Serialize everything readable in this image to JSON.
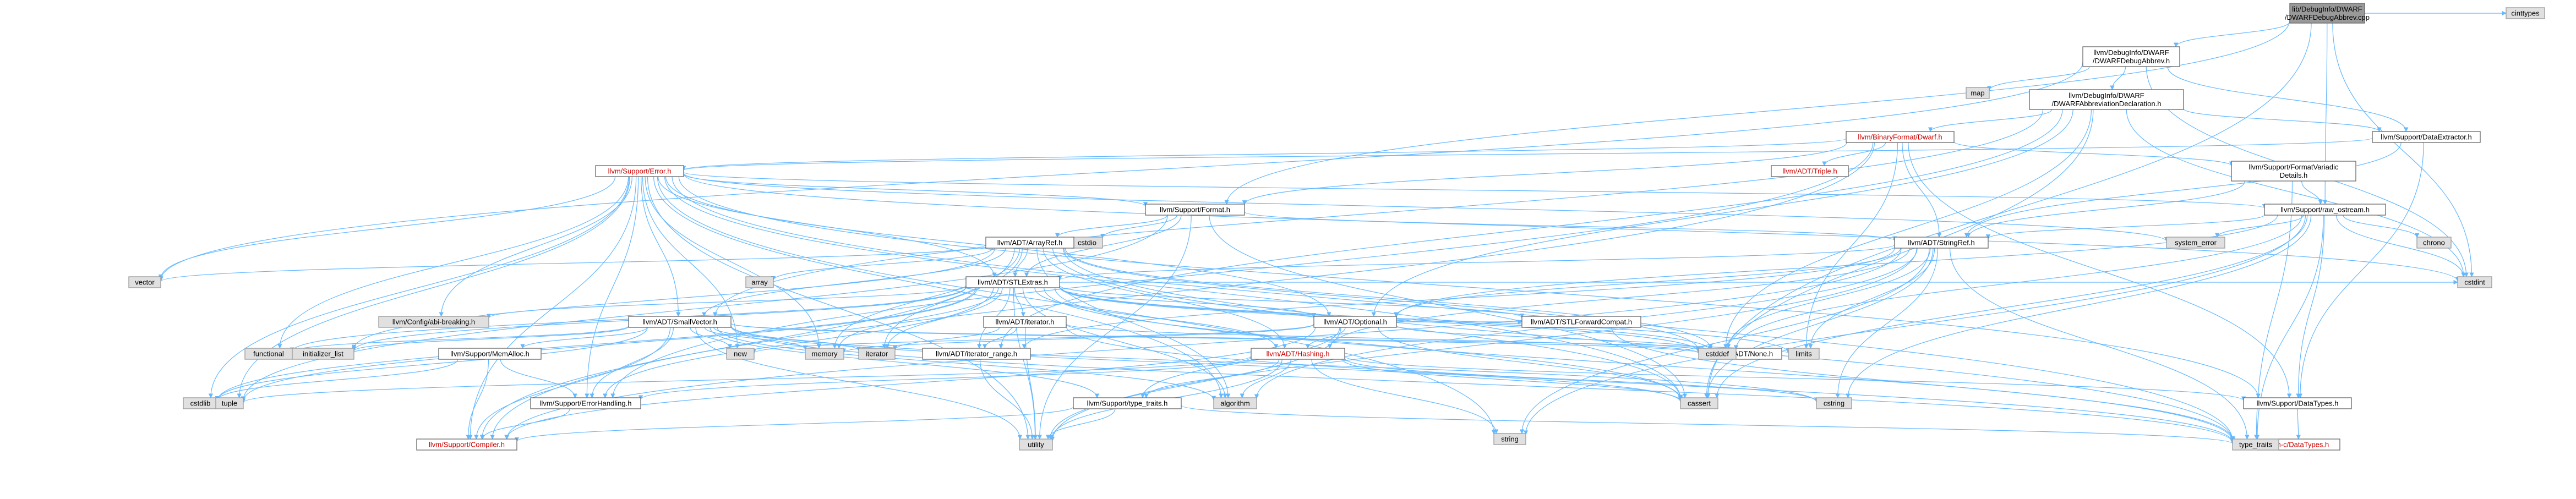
{
  "colors": {
    "root_fill": "#999999",
    "normal_fill": "#ffffff",
    "external_fill": "#e0e0e0",
    "border": "#666666",
    "external_border": "#999999",
    "edge": "#63b8ff",
    "link_text": "#cc0000"
  },
  "nodes": [
    {
      "id": "root",
      "lines": [
        "lib/DebugInfo/DWARF",
        "/DWARFDebugAbbrev.cpp"
      ],
      "kind": "root"
    },
    {
      "id": "cinttypes",
      "lines": [
        "cinttypes"
      ],
      "kind": "external"
    },
    {
      "id": "dwarfdebugabbrev",
      "lines": [
        "llvm/DebugInfo/DWARF",
        "/DWARFDebugAbbrev.h"
      ],
      "kind": "normal"
    },
    {
      "id": "map",
      "lines": [
        "map"
      ],
      "kind": "external"
    },
    {
      "id": "abbrevdecl",
      "lines": [
        "llvm/DebugInfo/DWARF",
        "/DWARFAbbreviationDeclaration.h"
      ],
      "kind": "normal"
    },
    {
      "id": "dwarf",
      "lines": [
        "llvm/BinaryFormat/Dwarf.h"
      ],
      "kind": "red"
    },
    {
      "id": "dataextractor",
      "lines": [
        "llvm/Support/DataExtractor.h"
      ],
      "kind": "normal"
    },
    {
      "id": "triple",
      "lines": [
        "llvm/ADT/Triple.h"
      ],
      "kind": "red"
    },
    {
      "id": "formatvariadic",
      "lines": [
        "llvm/Support/FormatVariadic",
        "Details.h"
      ],
      "kind": "normal"
    },
    {
      "id": "error",
      "lines": [
        "llvm/Support/Error.h"
      ],
      "kind": "red"
    },
    {
      "id": "format",
      "lines": [
        "llvm/Support/Format.h"
      ],
      "kind": "normal"
    },
    {
      "id": "rawostream",
      "lines": [
        "llvm/Support/raw_ostream.h"
      ],
      "kind": "normal"
    },
    {
      "id": "chrono",
      "lines": [
        "chrono"
      ],
      "kind": "external"
    },
    {
      "id": "systemerror",
      "lines": [
        "system_error"
      ],
      "kind": "external"
    },
    {
      "id": "cstdio",
      "lines": [
        "cstdio"
      ],
      "kind": "external"
    },
    {
      "id": "arrayref",
      "lines": [
        "llvm/ADT/ArrayRef.h"
      ],
      "kind": "normal"
    },
    {
      "id": "stringref",
      "lines": [
        "llvm/ADT/StringRef.h"
      ],
      "kind": "normal"
    },
    {
      "id": "vector",
      "lines": [
        "vector"
      ],
      "kind": "external"
    },
    {
      "id": "array",
      "lines": [
        "array"
      ],
      "kind": "external"
    },
    {
      "id": "stlextras",
      "lines": [
        "llvm/ADT/STLExtras.h"
      ],
      "kind": "normal"
    },
    {
      "id": "configabi",
      "lines": [
        "llvm/Config/abi-breaking.h"
      ],
      "kind": "external"
    },
    {
      "id": "smallvector",
      "lines": [
        "llvm/ADT/SmallVector.h"
      ],
      "kind": "normal"
    },
    {
      "id": "iteratorh",
      "lines": [
        "llvm/ADT/iterator.h"
      ],
      "kind": "normal"
    },
    {
      "id": "optional",
      "lines": [
        "llvm/ADT/Optional.h"
      ],
      "kind": "normal"
    },
    {
      "id": "stlforward",
      "lines": [
        "llvm/ADT/STLForwardCompat.h"
      ],
      "kind": "normal"
    },
    {
      "id": "noneh",
      "lines": [
        "llvm/ADT/None.h"
      ],
      "kind": "normal"
    },
    {
      "id": "cstddef",
      "lines": [
        "cstddef"
      ],
      "kind": "external"
    },
    {
      "id": "limits",
      "lines": [
        "limits"
      ],
      "kind": "external"
    },
    {
      "id": "cstdint",
      "lines": [
        "cstdint"
      ],
      "kind": "external"
    },
    {
      "id": "functional",
      "lines": [
        "functional"
      ],
      "kind": "external"
    },
    {
      "id": "initlist",
      "lines": [
        "initializer_list"
      ],
      "kind": "external"
    },
    {
      "id": "memalloc",
      "lines": [
        "llvm/Support/MemAlloc.h"
      ],
      "kind": "normal"
    },
    {
      "id": "newh",
      "lines": [
        "new"
      ],
      "kind": "external"
    },
    {
      "id": "memory",
      "lines": [
        "memory"
      ],
      "kind": "external"
    },
    {
      "id": "iterator",
      "lines": [
        "iterator"
      ],
      "kind": "external"
    },
    {
      "id": "iterrange",
      "lines": [
        "llvm/ADT/iterator_range.h"
      ],
      "kind": "normal"
    },
    {
      "id": "hashing",
      "lines": [
        "llvm/ADT/Hashing.h"
      ],
      "kind": "red"
    },
    {
      "id": "typetraitsllvm",
      "lines": [
        "llvm/Support/type_traits.h"
      ],
      "kind": "normal"
    },
    {
      "id": "algorithm",
      "lines": [
        "algorithm"
      ],
      "kind": "external"
    },
    {
      "id": "cassert",
      "lines": [
        "cassert"
      ],
      "kind": "external"
    },
    {
      "id": "cstring",
      "lines": [
        "cstring"
      ],
      "kind": "external"
    },
    {
      "id": "datatypes",
      "lines": [
        "llvm/Support/DataTypes.h"
      ],
      "kind": "normal"
    },
    {
      "id": "cdatatypes",
      "lines": [
        "llvm-c/DataTypes.h"
      ],
      "kind": "red"
    },
    {
      "id": "cstdlib",
      "lines": [
        "cstdlib"
      ],
      "kind": "external"
    },
    {
      "id": "tuple",
      "lines": [
        "tuple"
      ],
      "kind": "external"
    },
    {
      "id": "errorhandling",
      "lines": [
        "llvm/Support/ErrorHandling.h"
      ],
      "kind": "normal"
    },
    {
      "id": "compiler",
      "lines": [
        "llvm/Support/Compiler.h"
      ],
      "kind": "red"
    },
    {
      "id": "utility",
      "lines": [
        "utility"
      ],
      "kind": "external"
    },
    {
      "id": "string",
      "lines": [
        "string"
      ],
      "kind": "external"
    },
    {
      "id": "typetraits",
      "lines": [
        "type_traits"
      ],
      "kind": "external"
    }
  ],
  "edges": [
    [
      "root",
      "dwarfdebugabbrev"
    ],
    [
      "root",
      "cinttypes"
    ],
    [
      "root",
      "format"
    ],
    [
      "root",
      "rawostream"
    ],
    [
      "root",
      "cstdint"
    ],
    [
      "root",
      "cassert"
    ],
    [
      "dwarfdebugabbrev",
      "map"
    ],
    [
      "dwarfdebugabbrev",
      "abbrevdecl"
    ],
    [
      "dwarfdebugabbrev",
      "dataextractor"
    ],
    [
      "dwarfdebugabbrev",
      "vector"
    ],
    [
      "dwarfdebugabbrev",
      "cstdint"
    ],
    [
      "abbrevdecl",
      "dwarf"
    ],
    [
      "abbrevdecl",
      "dataextractor"
    ],
    [
      "abbrevdecl",
      "optional"
    ],
    [
      "abbrevdecl",
      "smallvector"
    ],
    [
      "abbrevdecl",
      "iterrange"
    ],
    [
      "abbrevdecl",
      "cassert"
    ],
    [
      "abbrevdecl",
      "cstddef"
    ],
    [
      "abbrevdecl",
      "cstdint"
    ],
    [
      "dwarf",
      "triple"
    ],
    [
      "dwarf",
      "error"
    ],
    [
      "dwarf",
      "format"
    ],
    [
      "dwarf",
      "formatvariadic"
    ],
    [
      "dwarf",
      "datatypes"
    ],
    [
      "dwarf",
      "limits"
    ],
    [
      "dwarf",
      "errorhandling"
    ],
    [
      "dwarf",
      "compiler"
    ],
    [
      "dwarf",
      "stringref"
    ],
    [
      "dataextractor",
      "stringref"
    ],
    [
      "dataextractor",
      "datatypes"
    ],
    [
      "dataextractor",
      "error"
    ],
    [
      "formatvariadic",
      "stringref"
    ],
    [
      "formatvariadic",
      "rawostream"
    ],
    [
      "formatvariadic",
      "typetraits"
    ],
    [
      "error",
      "configabi"
    ],
    [
      "error",
      "stlextras"
    ],
    [
      "error",
      "smallvector"
    ],
    [
      "error",
      "compiler"
    ],
    [
      "error",
      "datatypes"
    ],
    [
      "error",
      "errorhandling"
    ],
    [
      "error",
      "format"
    ],
    [
      "error",
      "rawostream"
    ],
    [
      "error",
      "algorithm"
    ],
    [
      "error",
      "cassert"
    ],
    [
      "error",
      "cstdint"
    ],
    [
      "error",
      "cstdlib"
    ],
    [
      "error",
      "functional"
    ],
    [
      "error",
      "memory"
    ],
    [
      "error",
      "newh"
    ],
    [
      "error",
      "string"
    ],
    [
      "error",
      "systemerror"
    ],
    [
      "error",
      "typetraits"
    ],
    [
      "error",
      "utility"
    ],
    [
      "error",
      "vector"
    ],
    [
      "error",
      "optional"
    ],
    [
      "error",
      "tuple"
    ],
    [
      "format",
      "arrayref"
    ],
    [
      "format",
      "stlextras"
    ],
    [
      "format",
      "stringref"
    ],
    [
      "format",
      "cassert"
    ],
    [
      "format",
      "cstdio"
    ],
    [
      "format",
      "tuple"
    ],
    [
      "format",
      "utility"
    ],
    [
      "rawostream",
      "stringref"
    ],
    [
      "rawostream",
      "datatypes"
    ],
    [
      "rawostream",
      "cassert"
    ],
    [
      "rawostream",
      "chrono"
    ],
    [
      "rawostream",
      "cstddef"
    ],
    [
      "rawostream",
      "cstdint"
    ],
    [
      "rawostream",
      "cstring"
    ],
    [
      "rawostream",
      "string"
    ],
    [
      "rawostream",
      "systemerror"
    ],
    [
      "rawostream",
      "typetraits"
    ],
    [
      "rawostream",
      "optional"
    ],
    [
      "arrayref",
      "hashing"
    ],
    [
      "arrayref",
      "noneh"
    ],
    [
      "arrayref",
      "smallvector"
    ],
    [
      "arrayref",
      "stlextras"
    ],
    [
      "arrayref",
      "compiler"
    ],
    [
      "arrayref",
      "algorithm"
    ],
    [
      "arrayref",
      "array"
    ],
    [
      "arrayref",
      "cassert"
    ],
    [
      "arrayref",
      "cstddef"
    ],
    [
      "arrayref",
      "initlist"
    ],
    [
      "arrayref",
      "iterator"
    ],
    [
      "arrayref",
      "memory"
    ],
    [
      "arrayref",
      "typetraits"
    ],
    [
      "arrayref",
      "vector"
    ],
    [
      "stringref",
      "stlextras"
    ],
    [
      "stringref",
      "iterrange"
    ],
    [
      "stringref",
      "compiler"
    ],
    [
      "stringref",
      "algorithm"
    ],
    [
      "stringref",
      "cassert"
    ],
    [
      "stringref",
      "cstddef"
    ],
    [
      "stringref",
      "cstring"
    ],
    [
      "stringref",
      "limits"
    ],
    [
      "stringref",
      "string"
    ],
    [
      "stringref",
      "typetraits"
    ],
    [
      "stringref",
      "utility"
    ],
    [
      "stringref",
      "optional"
    ],
    [
      "stringref",
      "hashing"
    ],
    [
      "stlextras",
      "optional"
    ],
    [
      "stlextras",
      "stlforward"
    ],
    [
      "stlextras",
      "iteratorh"
    ],
    [
      "stlextras",
      "iterrange"
    ],
    [
      "stlextras",
      "configabi"
    ],
    [
      "stlextras",
      "errorhandling"
    ],
    [
      "stlextras",
      "algorithm"
    ],
    [
      "stlextras",
      "cassert"
    ],
    [
      "stlextras",
      "cstddef"
    ],
    [
      "stlextras",
      "cstdint"
    ],
    [
      "stlextras",
      "cstdlib"
    ],
    [
      "stlextras",
      "functional"
    ],
    [
      "stlextras",
      "initlist"
    ],
    [
      "stlextras",
      "iterator"
    ],
    [
      "stlextras",
      "limits"
    ],
    [
      "stlextras",
      "memory"
    ],
    [
      "stlextras",
      "tuple"
    ],
    [
      "stlextras",
      "typetraits"
    ],
    [
      "stlextras",
      "utility"
    ],
    [
      "stlextras",
      "hashing"
    ],
    [
      "stlextras",
      "noneh"
    ],
    [
      "smallvector",
      "compiler"
    ],
    [
      "smallvector",
      "memalloc"
    ],
    [
      "smallvector",
      "typetraitsllvm"
    ],
    [
      "smallvector",
      "algorithm"
    ],
    [
      "smallvector",
      "cassert"
    ],
    [
      "smallvector",
      "cstddef"
    ],
    [
      "smallvector",
      "cstdlib"
    ],
    [
      "smallvector",
      "cstring"
    ],
    [
      "smallvector",
      "functional"
    ],
    [
      "smallvector",
      "initlist"
    ],
    [
      "smallvector",
      "iterator"
    ],
    [
      "smallvector",
      "limits"
    ],
    [
      "smallvector",
      "memory"
    ],
    [
      "smallvector",
      "newh"
    ],
    [
      "smallvector",
      "typetraits"
    ],
    [
      "smallvector",
      "utility"
    ],
    [
      "smallvector",
      "errorhandling"
    ],
    [
      "iteratorh",
      "iterrange"
    ],
    [
      "iteratorh",
      "cstddef"
    ],
    [
      "iteratorh",
      "iterator"
    ],
    [
      "iteratorh",
      "typetraits"
    ],
    [
      "iteratorh",
      "utility"
    ],
    [
      "optional",
      "hashing"
    ],
    [
      "optional",
      "noneh"
    ],
    [
      "optional",
      "stlforward"
    ],
    [
      "optional",
      "compiler"
    ],
    [
      "optional",
      "typetraitsllvm"
    ],
    [
      "optional",
      "cassert"
    ],
    [
      "optional",
      "memory"
    ],
    [
      "optional",
      "newh"
    ],
    [
      "optional",
      "utility"
    ],
    [
      "stlforward",
      "typetraits"
    ],
    [
      "hashing",
      "errorhandling"
    ],
    [
      "hashing",
      "datatypes"
    ],
    [
      "hashing",
      "typetraitsllvm"
    ],
    [
      "hashing",
      "algorithm"
    ],
    [
      "hashing",
      "cassert"
    ],
    [
      "hashing",
      "cstring"
    ],
    [
      "hashing",
      "string"
    ],
    [
      "hashing",
      "tuple"
    ],
    [
      "hashing",
      "utility"
    ],
    [
      "memalloc",
      "compiler"
    ],
    [
      "memalloc",
      "errorhandling"
    ],
    [
      "memalloc",
      "cstdlib"
    ],
    [
      "iterrange",
      "utility"
    ],
    [
      "typetraitsllvm",
      "compiler"
    ],
    [
      "typetraitsllvm",
      "typetraits"
    ],
    [
      "typetraitsllvm",
      "utility"
    ],
    [
      "errorhandling",
      "compiler"
    ],
    [
      "datatypes",
      "cdatatypes"
    ]
  ]
}
